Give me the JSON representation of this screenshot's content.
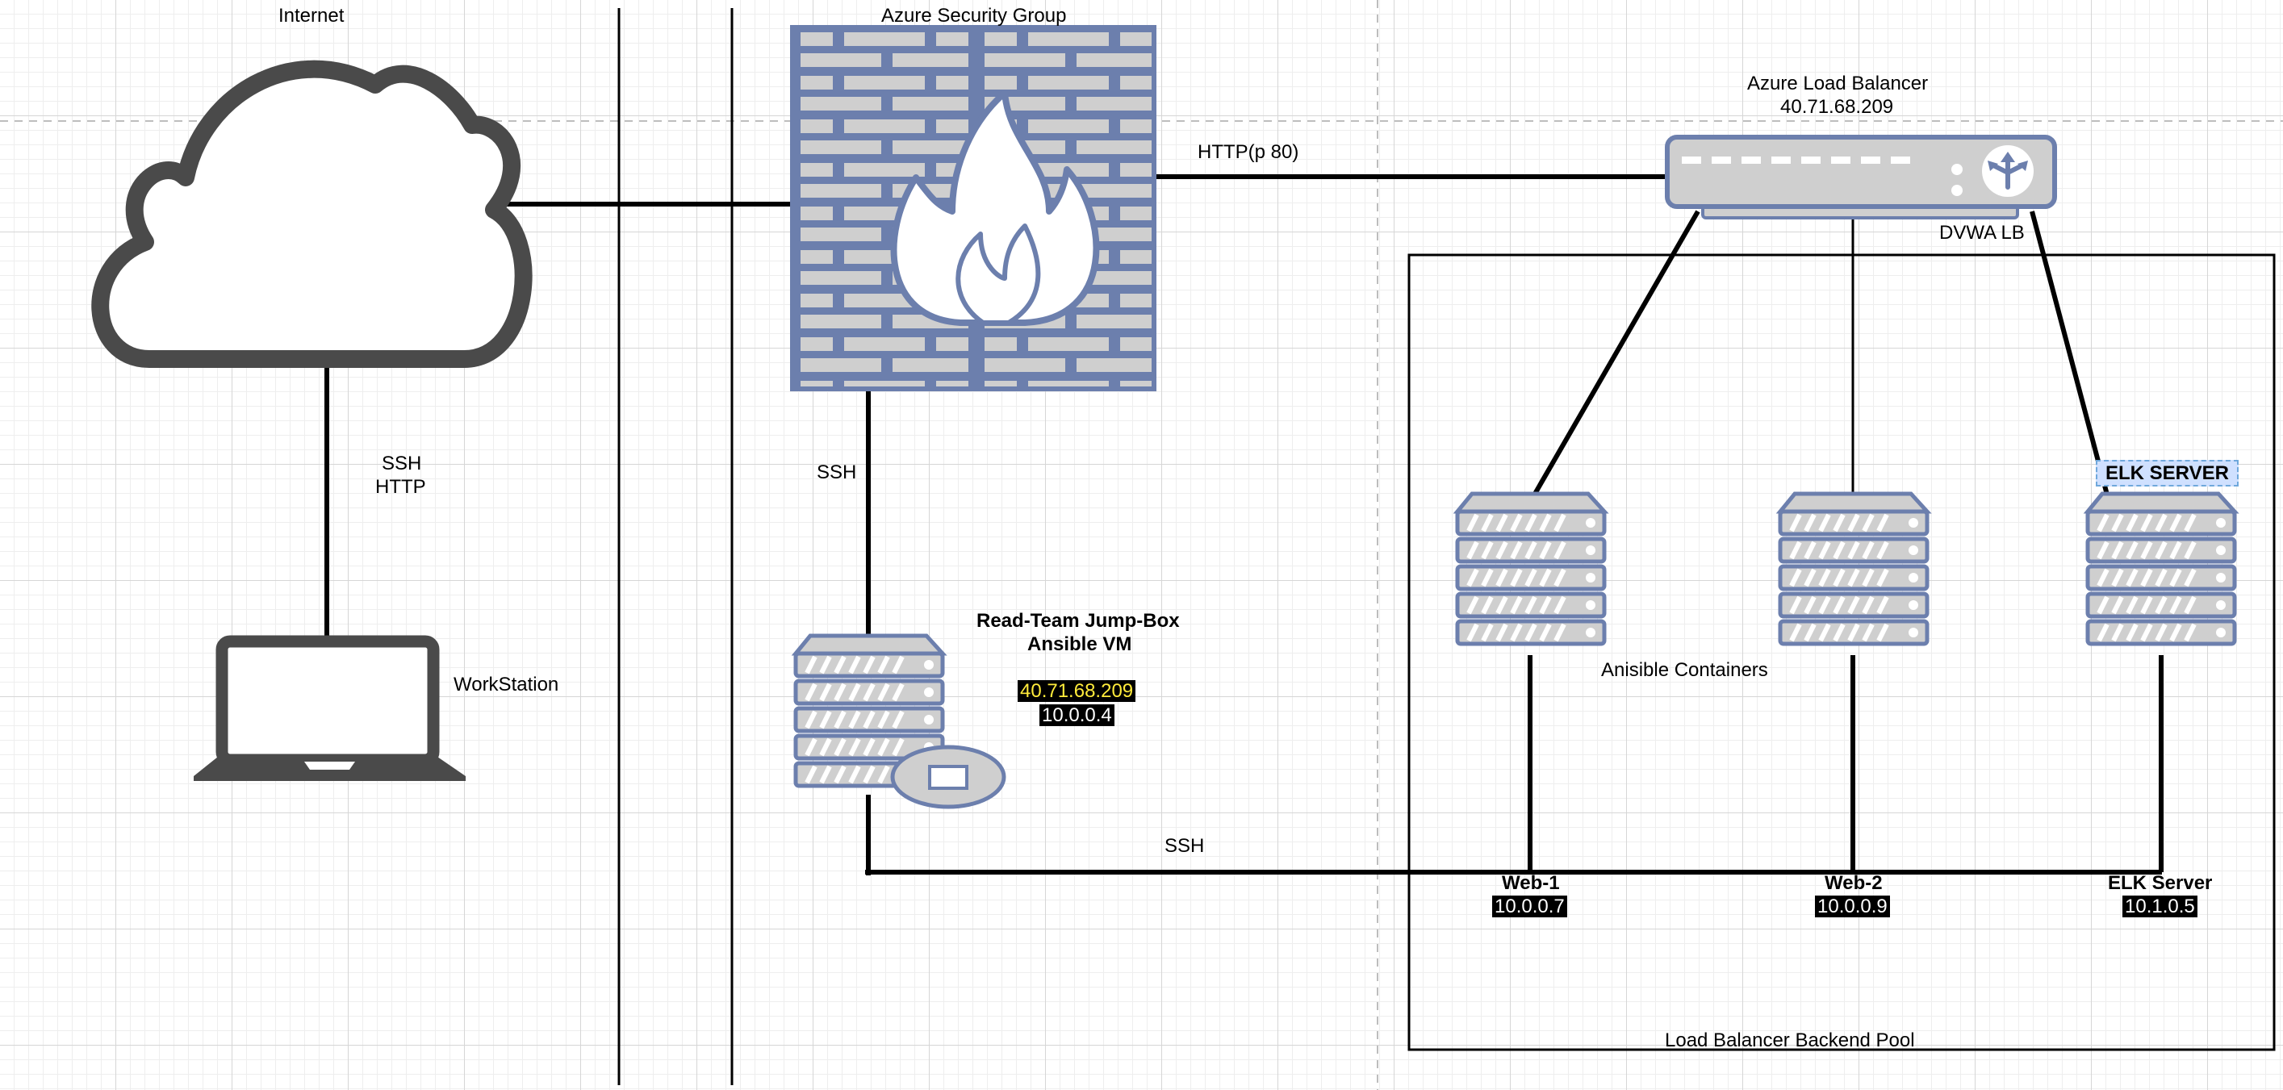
{
  "diagram": {
    "zones": {
      "internet": "Internet",
      "security_group": "Azure Security Group",
      "backend_pool": "Load Balancer Backend Pool"
    },
    "load_balancer": {
      "name": "Azure Load Balancer",
      "ip": "40.71.68.209",
      "label": "DVWA LB"
    },
    "connections": {
      "workstation_internet": [
        "SSH",
        "HTTP"
      ],
      "firewall_jumpbox": "SSH",
      "firewall_lb": "HTTP(p 80)",
      "jumpbox_backend": "SSH"
    },
    "workstation": {
      "label": "WorkStation"
    },
    "jumpbox": {
      "title": "Read-Team Jump-Box",
      "subtitle": "Ansible VM",
      "public_ip": "40.71.68.209",
      "private_ip": "10.0.0.4"
    },
    "containers_label": "Anisible Containers",
    "elk_tag": "ELK SERVER",
    "servers": [
      {
        "name": "Web-1",
        "ip": "10.0.0.7"
      },
      {
        "name": "Web-2",
        "ip": "10.0.0.9"
      },
      {
        "name": "ELK Server",
        "ip": "10.1.0.5"
      }
    ],
    "colors": {
      "icon_fill": "#cfcfcf",
      "icon_stroke": "#6c7fad",
      "cloud_stroke": "#4a4a4a",
      "ip_highlight": "#ffeb3b"
    }
  }
}
